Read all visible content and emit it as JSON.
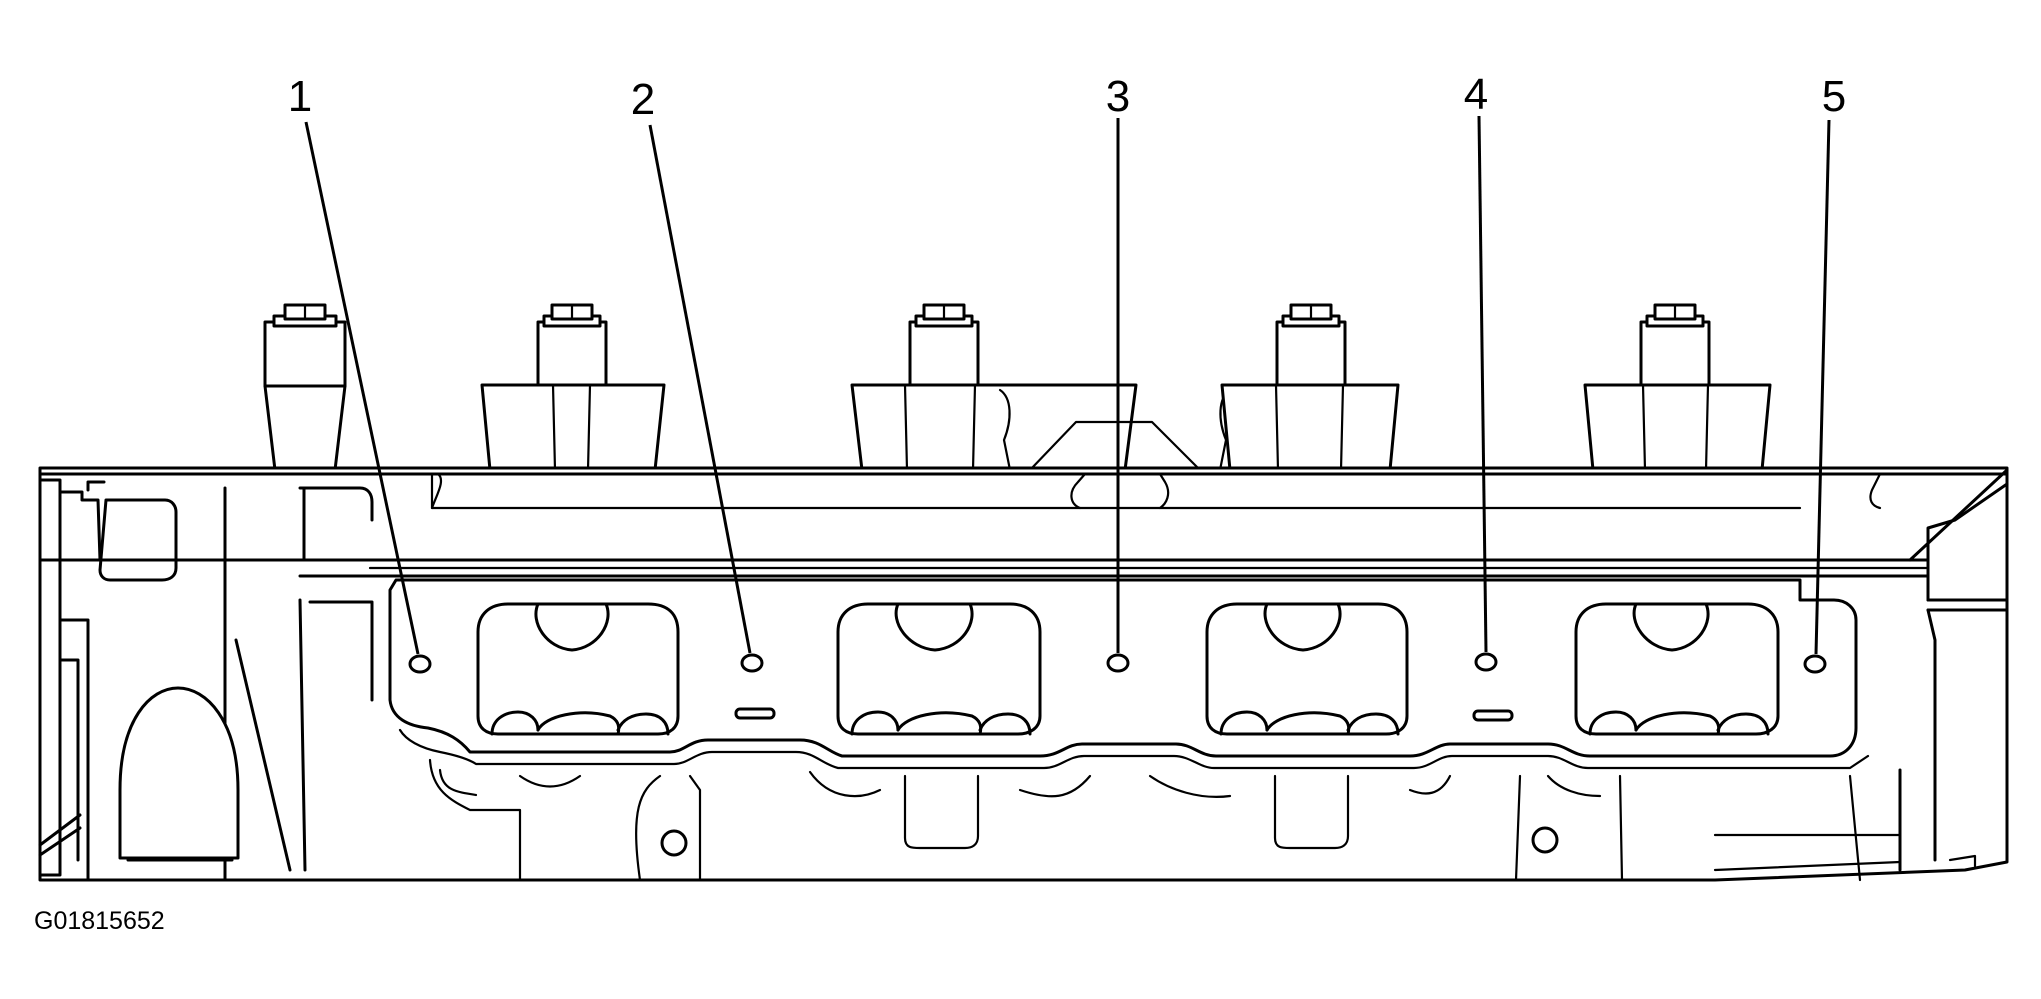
{
  "callouts": [
    {
      "id": 1,
      "label": "1"
    },
    {
      "id": 2,
      "label": "2"
    },
    {
      "id": 3,
      "label": "3"
    },
    {
      "id": 4,
      "label": "4"
    },
    {
      "id": 5,
      "label": "5"
    }
  ],
  "figure_id": "G01815652"
}
